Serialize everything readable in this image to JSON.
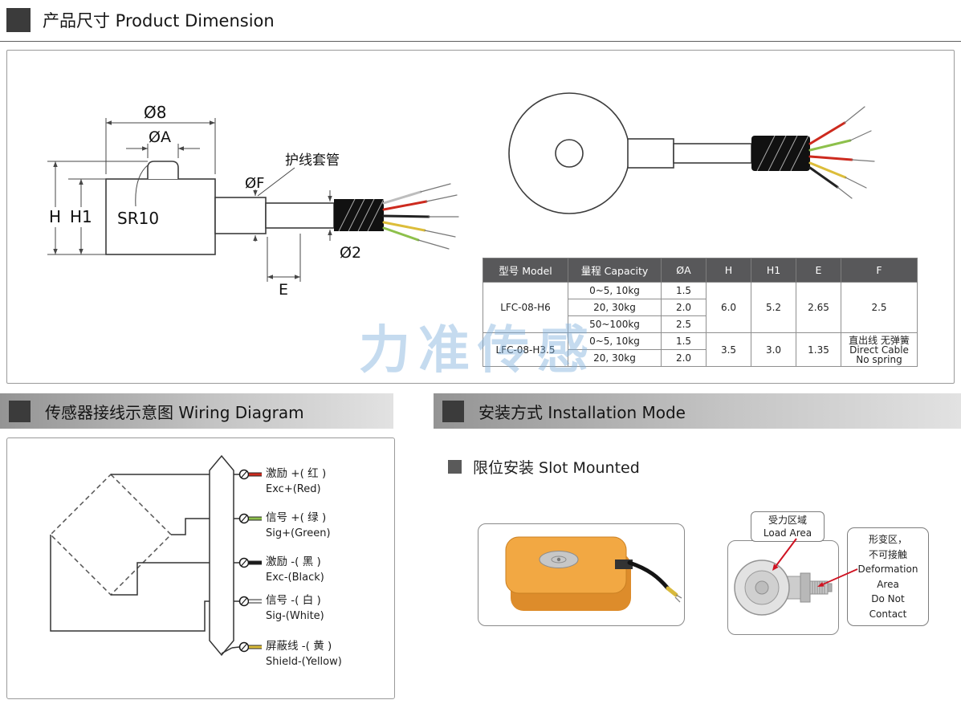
{
  "colors": {
    "accent_dark": "#3b3b3b",
    "table_header_bg": "#58585a",
    "watermark_blue": "#7fb0dc",
    "block_orange": "#f2a843",
    "callout_red": "#cf1322"
  },
  "header": {
    "title": "产品尺寸 Product Dimension"
  },
  "watermark": "力准传感",
  "drawing": {
    "dia8": "Ø8",
    "diaA": "ØA",
    "sleeve_label": "护线套管",
    "diaF": "ØF",
    "H": "H",
    "H1": "H1",
    "sr10": "SR10",
    "dia2": "Ø2",
    "E": "E"
  },
  "spec_table": {
    "headers": [
      "型号 Model",
      "量程 Capacity",
      "ØA",
      "H",
      "H1",
      "E",
      "F"
    ],
    "models": [
      {
        "model": "LFC-08-H6",
        "rows": [
          {
            "capacity": "0~5, 10kg",
            "diaA": "1.5"
          },
          {
            "capacity": "20, 30kg",
            "diaA": "2.0"
          },
          {
            "capacity": "50~100kg",
            "diaA": "2.5"
          }
        ],
        "H": "6.0",
        "H1": "5.2",
        "E": "2.65",
        "F": "2.5"
      },
      {
        "model": "LFC-08-H3.5",
        "rows": [
          {
            "capacity": "0~5, 10kg",
            "diaA": "1.5"
          },
          {
            "capacity": "20, 30kg",
            "diaA": "2.0"
          }
        ],
        "H": "3.5",
        "H1": "3.0",
        "E": "1.35",
        "F": "直出线 无弹簧\nDirect Cable\nNo spring"
      }
    ]
  },
  "sections": {
    "wiring_title": "传感器接线示意图  Wiring Diagram",
    "installation_title": "安装方式 Installation Mode"
  },
  "wiring": {
    "wires": [
      {
        "zh": "激励 +( 红 )",
        "en": "Exc+(Red)",
        "color": "#cd2a1e"
      },
      {
        "zh": "信号 +( 绿 )",
        "en": "Sig+(Green)",
        "color": "#8dc04b"
      },
      {
        "zh": "激励 -( 黑 )",
        "en": "Exc-(Black)",
        "color": "#1a1a1a"
      },
      {
        "zh": "信号 -( 白 )",
        "en": "Sig-(White)",
        "color": "#f5f5f5"
      },
      {
        "zh": "屏蔽线 -( 黄 )",
        "en": "Shield-(Yellow)",
        "color": "#dcbd3a"
      }
    ]
  },
  "installation": {
    "sub_title": "限位安装 Slot Mounted",
    "load_area": "受力区域\nLoad Area",
    "deformation": "形变区，\n不可接触\nDeformation\nArea\nDo Not\nContact"
  }
}
